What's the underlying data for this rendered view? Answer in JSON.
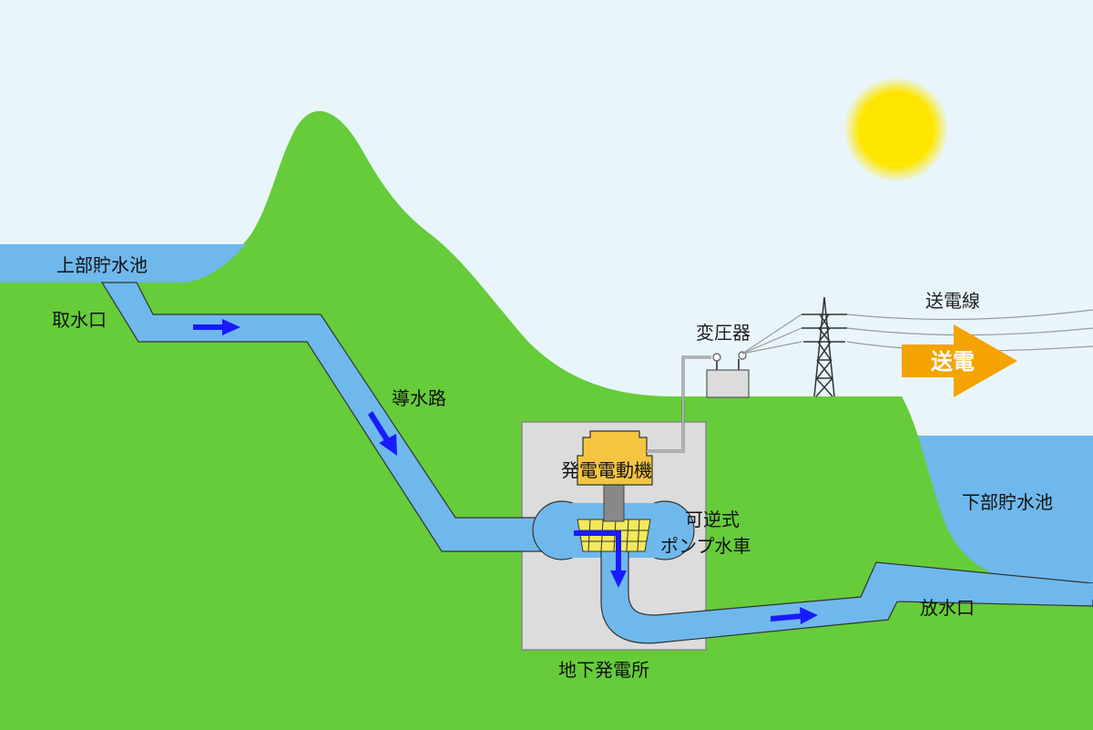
{
  "labels": {
    "upper_reservoir": "上部貯水池",
    "intake": "取水口",
    "headrace": "導水路",
    "generator_motor": "発電電動機",
    "pump_turbine_line1": "可逆式",
    "pump_turbine_line2": "ポンプ水車",
    "underground_station": "地下発電所",
    "outlet": "放水口",
    "lower_reservoir": "下部貯水池",
    "transformer": "変圧器",
    "transmission_line": "送電線",
    "transmission": "送電"
  },
  "colors": {
    "sky": "#e8f6fc",
    "mountain": "#66cc3a",
    "water": "#6fb8ec",
    "flow_arrow": "#1a1aff",
    "sun": "#ffe600",
    "powerhouse": "#dcdcdc",
    "generator": "#f5c542",
    "runner": "#f3e95a",
    "send_arrow": "#f5a300"
  }
}
